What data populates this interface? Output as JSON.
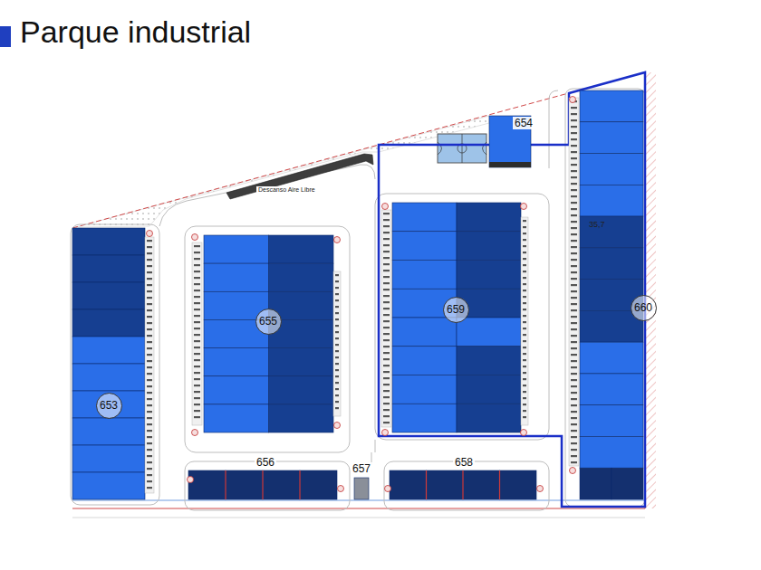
{
  "diagram": {
    "title": "Parque industrial",
    "nodes": [
      {
        "text": [
          "654"
        ]
      },
      {
        "text": [
          "653"
        ]
      },
      {
        "text": [
          "655"
        ]
      },
      {
        "text": [
          "659"
        ]
      },
      {
        "text": [
          "660"
        ]
      },
      {
        "text": [
          "656"
        ]
      },
      {
        "text": [
          "657"
        ]
      },
      {
        "text": [
          "658"
        ]
      }
    ],
    "labels": [
      "Descanso Aire Libre",
      "35,7"
    ]
  }
}
